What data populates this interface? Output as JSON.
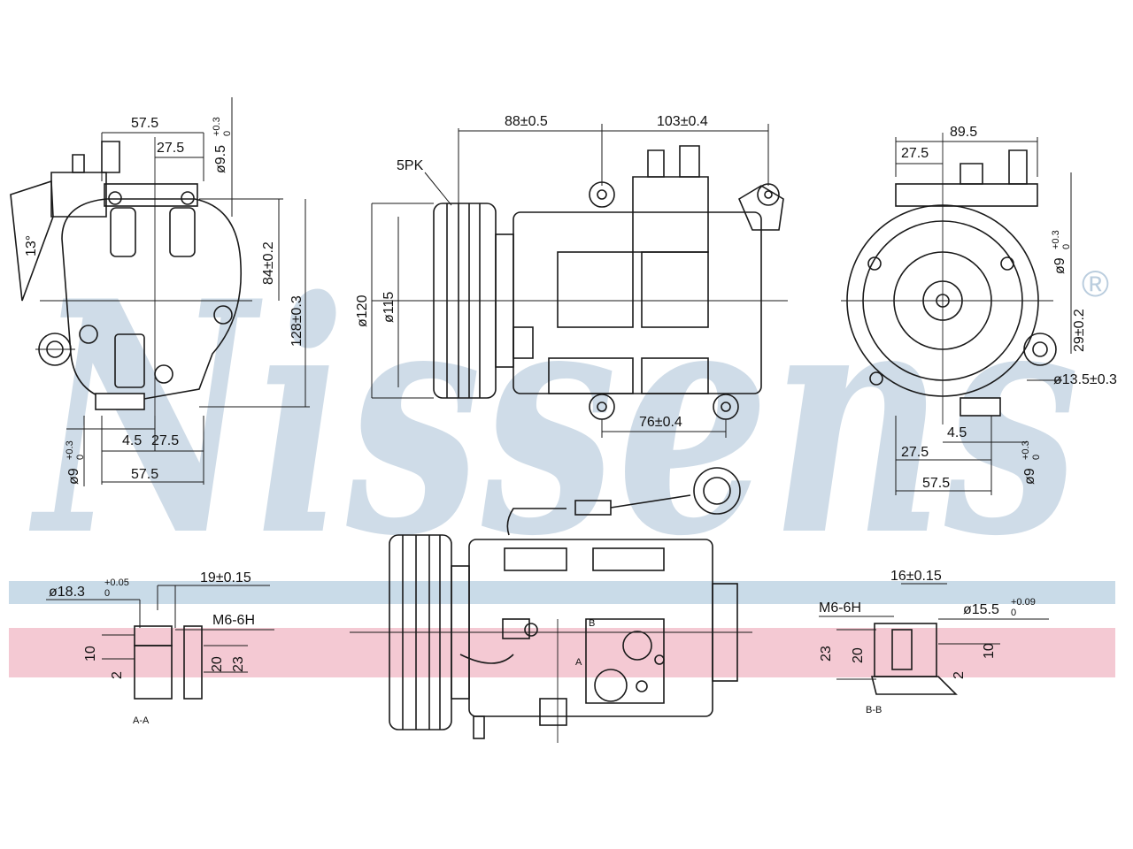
{
  "brand": {
    "watermark": "Nissens",
    "registered_mark": "®",
    "watermark_color": "#a9c1d6",
    "band_blue": "#c9dbe8",
    "band_pink": "#f4c9d3"
  },
  "views": {
    "front": {
      "dim_top_width": "57.5",
      "dim_top_half": "27.5",
      "dim_side_bore": "ø9.5",
      "dim_side_bore_tol_upper": "+0.3",
      "dim_side_bore_tol_lower": "0",
      "angle": "13°",
      "dim_mount_height": "84±0.2",
      "dim_total_height": "128±0.3",
      "dim_bottom_small": "4.5",
      "dim_bottom_half": "27.5",
      "dim_bottom_width": "57.5",
      "dim_bottom_bore": "ø9",
      "dim_bottom_bore_tol_upper": "+0.3",
      "dim_bottom_bore_tol_lower": "0"
    },
    "side": {
      "dim_pulley_to_mount": "88±0.5",
      "dim_mount_span": "103±0.4",
      "belt_type": "5PK",
      "dim_pulley_dia_outer": "ø120",
      "dim_pulley_dia_inner": "ø115",
      "dim_lower_mount_span": "76±0.4"
    },
    "rear": {
      "dim_top_width": "89.5",
      "dim_top_half": "27.5",
      "dim_side_bore": "ø9",
      "dim_side_bore_tol_upper": "+0.3",
      "dim_side_bore_tol_lower": "0",
      "dim_mount_height": "29±0.2",
      "dim_port_bore": "ø13.5±0.3",
      "dim_bottom_small": "4.5",
      "dim_bottom_half": "27.5",
      "dim_bottom_width": "57.5",
      "dim_bottom_bore": "ø9",
      "dim_bottom_bore_tol_upper": "+0.3",
      "dim_bottom_bore_tol_lower": "0"
    },
    "section_a": {
      "dim_bore": "ø18.3",
      "dim_bore_tol_upper": "+0.05",
      "dim_bore_tol_lower": "0",
      "dim_depth": "19±0.15",
      "thread": "M6-6H",
      "dim_10": "10",
      "dim_2": "2",
      "dim_20": "20",
      "dim_23": "23",
      "label": "A-A"
    },
    "section_b": {
      "dim_depth": "16±0.15",
      "thread": "M6-6H",
      "dim_bore": "ø15.5",
      "dim_bore_tol_upper": "+0.09",
      "dim_bore_tol_lower": "0",
      "dim_23": "23",
      "dim_20": "20",
      "dim_10": "10",
      "dim_2": "2",
      "label": "B-B"
    },
    "top": {
      "marker_b": "B",
      "marker_a": "A"
    }
  }
}
